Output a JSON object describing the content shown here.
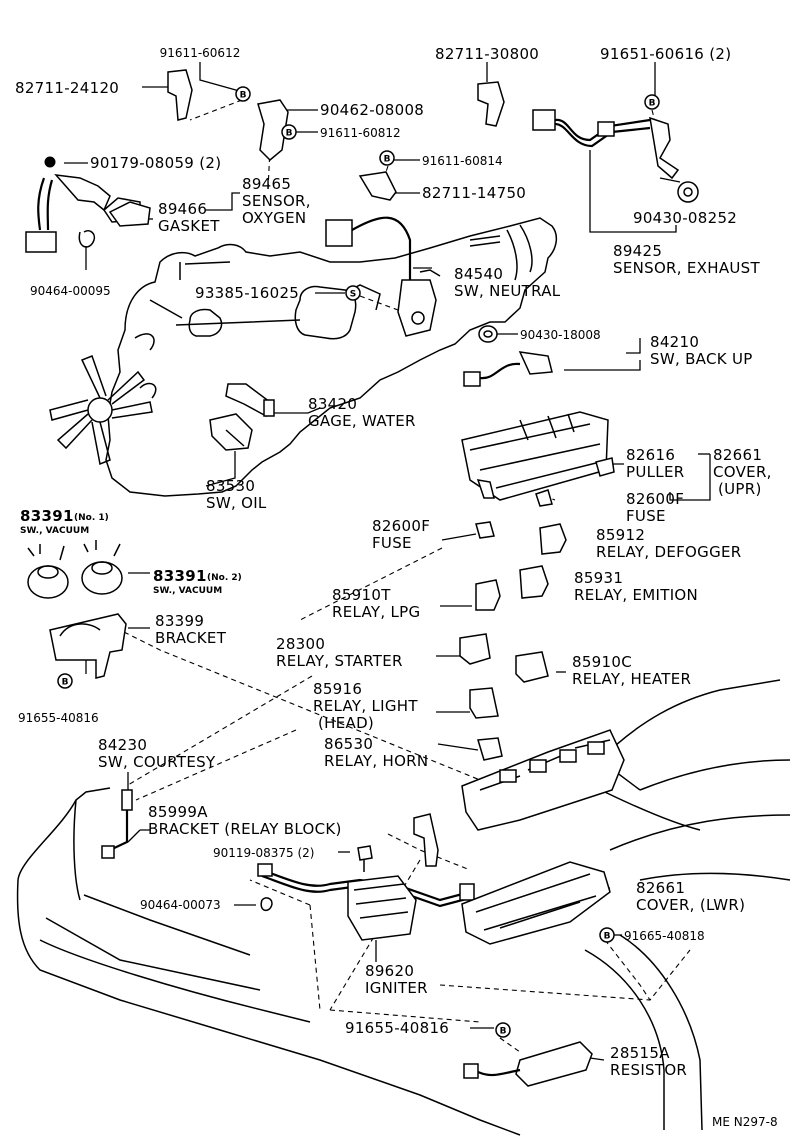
{
  "diagram_code": "ME  N297-8",
  "callouts": [
    {
      "id": "c1",
      "part_no": "82711-24120"
    },
    {
      "id": "c2",
      "part_no": "91611-60612",
      "marker": "B"
    },
    {
      "id": "c3",
      "part_no": "90462-08008"
    },
    {
      "id": "c4",
      "part_no": "91611-60812",
      "marker": "B"
    },
    {
      "id": "c5",
      "part_no": "82711-30800"
    },
    {
      "id": "c6",
      "part_no": "91651-60616 (2)",
      "marker": "B"
    },
    {
      "id": "c7",
      "part_no": "90179-08059 (2)"
    },
    {
      "id": "c8",
      "part_no": "91611-60814",
      "marker": "B"
    },
    {
      "id": "c9",
      "part_no": "89465",
      "name": [
        "SENSOR,",
        "OXYGEN"
      ]
    },
    {
      "id": "c10",
      "part_no": "82711-14750"
    },
    {
      "id": "c11",
      "part_no": "89466",
      "name": [
        "GASKET"
      ]
    },
    {
      "id": "c12",
      "part_no": "90430-08252"
    },
    {
      "id": "c13",
      "part_no": "89425",
      "name": [
        "SENSOR, EXHAUST"
      ]
    },
    {
      "id": "c14",
      "part_no": "90464-00095"
    },
    {
      "id": "c15",
      "part_no": "84540",
      "name": [
        "SW, NEUTRAL"
      ]
    },
    {
      "id": "c16",
      "part_no": "93385-16025",
      "marker": "S"
    },
    {
      "id": "c17",
      "part_no": "90430-18008"
    },
    {
      "id": "c18",
      "part_no": "84210",
      "name": [
        "SW, BACK UP"
      ]
    },
    {
      "id": "c19",
      "part_no": "83420",
      "name": [
        "GAGE, WATER"
      ]
    },
    {
      "id": "c20",
      "part_no": "82616",
      "name": [
        "PULLER"
      ]
    },
    {
      "id": "c21",
      "part_no": "82661",
      "name": [
        "COVER,",
        "(UPR)"
      ]
    },
    {
      "id": "c22",
      "part_no": "83530",
      "name": [
        "SW, OIL"
      ]
    },
    {
      "id": "c23",
      "part_no": "82600F",
      "name": [
        "FUSE"
      ]
    },
    {
      "id": "c24",
      "part_no": "83391",
      "qualifier": "(No. 1)",
      "name": [
        "SW., VACUUM"
      ]
    },
    {
      "id": "c25",
      "part_no": "82600F",
      "name": [
        "FUSE"
      ]
    },
    {
      "id": "c26",
      "part_no": "85912",
      "name": [
        "RELAY, DEFOGGER"
      ]
    },
    {
      "id": "c27",
      "part_no": "83391",
      "qualifier": "(No. 2)",
      "name": [
        "SW., VACUUM"
      ]
    },
    {
      "id": "c28",
      "part_no": "85910T",
      "name": [
        "RELAY, LPG"
      ]
    },
    {
      "id": "c29",
      "part_no": "85931",
      "name": [
        "RELAY, EMITION"
      ]
    },
    {
      "id": "c30",
      "part_no": "83399",
      "name": [
        "BRACKET"
      ]
    },
    {
      "id": "c31",
      "part_no": "28300",
      "name": [
        "RELAY, STARTER"
      ]
    },
    {
      "id": "c32",
      "part_no": "85910C",
      "name": [
        "RELAY, HEATER"
      ]
    },
    {
      "id": "c33",
      "part_no": "91655-40816",
      "marker": "B"
    },
    {
      "id": "c34",
      "part_no": "85916",
      "name": [
        "RELAY, LIGHT",
        "(HEAD)"
      ]
    },
    {
      "id": "c35",
      "part_no": "84230",
      "name": [
        "SW, COURTESY"
      ]
    },
    {
      "id": "c36",
      "part_no": "86530",
      "name": [
        "RELAY, HORN"
      ]
    },
    {
      "id": "c37",
      "part_no": "85999A",
      "name": [
        "BRACKET (RELAY BLOCK)"
      ]
    },
    {
      "id": "c38",
      "part_no": "90119-08375 (2)"
    },
    {
      "id": "c39",
      "part_no": "82661",
      "name": [
        "COVER,  (LWR)"
      ]
    },
    {
      "id": "c40",
      "part_no": "90464-00073"
    },
    {
      "id": "c41",
      "part_no": "91665-40818",
      "marker": "B"
    },
    {
      "id": "c42",
      "part_no": "89620",
      "name": [
        "IGNITER"
      ]
    },
    {
      "id": "c43",
      "part_no": "91655-40816",
      "marker": "B"
    },
    {
      "id": "c44",
      "part_no": "28515A",
      "name": [
        "RESISTOR"
      ]
    }
  ]
}
